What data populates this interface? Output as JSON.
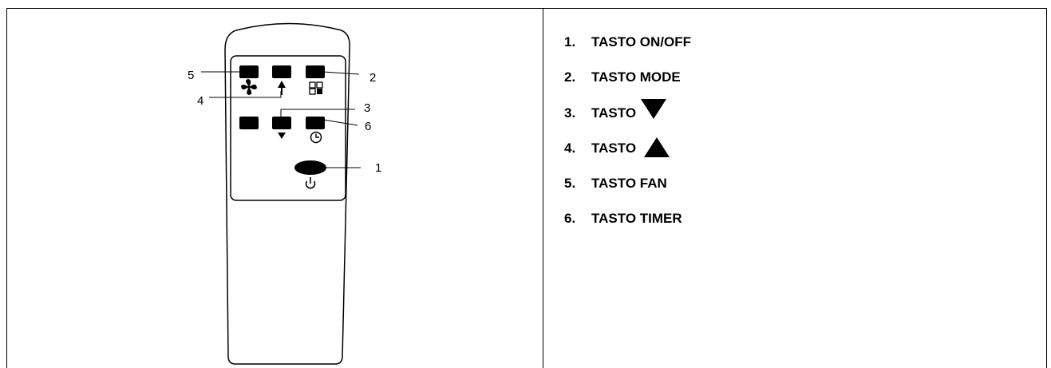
{
  "diagram": {
    "callouts": [
      "1",
      "2",
      "3",
      "4",
      "5",
      "6"
    ],
    "icons": [
      "fan-icon",
      "arrow-up-icon",
      "mode-icon",
      "triangle-down-icon",
      "timer-icon",
      "power-icon"
    ]
  },
  "legend": {
    "items": [
      {
        "number": "1.",
        "text": "TASTO ON/OFF"
      },
      {
        "number": "2.",
        "text": "TASTO MODE"
      },
      {
        "number": "3.",
        "text": "TASTO",
        "icon": "triangle-down-icon"
      },
      {
        "number": "4.",
        "text": "TASTO",
        "icon": "triangle-up-icon"
      },
      {
        "number": "5.",
        "text": "TASTO FAN"
      },
      {
        "number": "6.",
        "text": "TASTO TIMER"
      }
    ]
  }
}
